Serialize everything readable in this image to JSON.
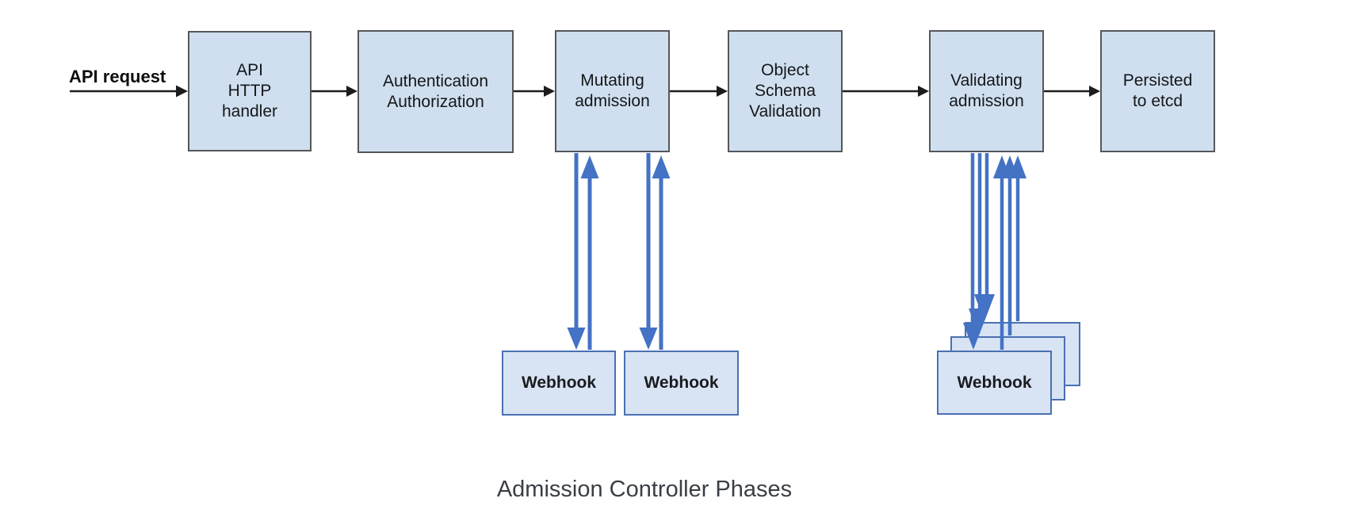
{
  "caption": {
    "text": "Admission Controller Phases"
  },
  "flow": {
    "request_label": "API request",
    "boxes": [
      {
        "id": "api-http-handler",
        "label": "API\nHTTP\nhandler"
      },
      {
        "id": "authentication-authorization",
        "label": "Authentication\nAuthorization"
      },
      {
        "id": "mutating-admission",
        "label": "Mutating\nadmission"
      },
      {
        "id": "object-schema-validation",
        "label": "Object\nSchema\nValidation"
      },
      {
        "id": "validating-admission",
        "label": "Validating\nadmission"
      },
      {
        "id": "persisted-to-etcd",
        "label": "Persisted\nto etcd"
      }
    ]
  },
  "webhooks": {
    "mutating": [
      {
        "label": "Webhook"
      },
      {
        "label": "Webhook"
      }
    ],
    "validating_stack": [
      {
        "label": "Webhook"
      },
      {
        "label": "Webhook"
      },
      {
        "label": "Webhook"
      }
    ]
  },
  "colors": {
    "flow_box_fill": "#cfdfef",
    "flow_box_border": "#55575b",
    "webhook_box_fill": "#d8e3f4",
    "webhook_box_border": "#4a70b2",
    "black_arrow": "#1c1c1c",
    "blue_arrow": "#4472c4",
    "caption_text": "#3a3f45"
  }
}
